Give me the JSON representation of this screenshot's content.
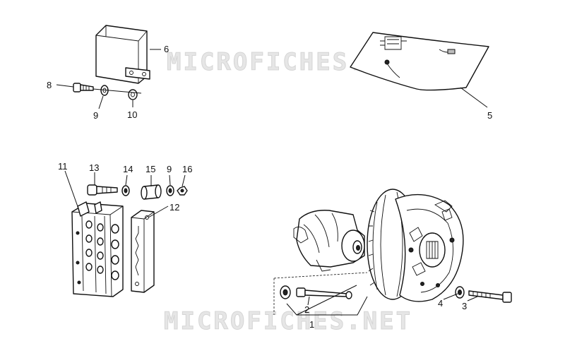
{
  "watermark": "MICROFICHES.NET",
  "callouts": [
    "1",
    "2",
    "3",
    "4",
    "5",
    "6",
    "8",
    "9",
    "9",
    "10",
    "11",
    "12",
    "13",
    "14",
    "15",
    "16"
  ]
}
